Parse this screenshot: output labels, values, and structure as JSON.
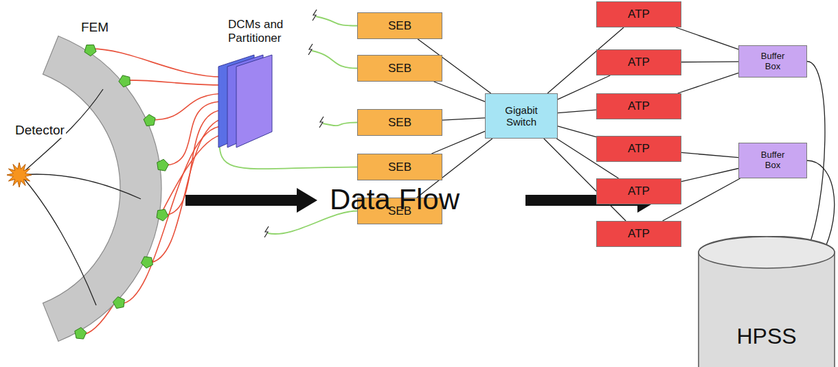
{
  "diagram": {
    "nodes": [
      {
        "text": [
          "DCMs and Partitioner"
        ]
      },
      {
        "text": [
          "SEB"
        ]
      },
      {
        "text": [
          "SEB"
        ]
      },
      {
        "text": [
          "SEB"
        ]
      },
      {
        "text": [
          "SEB"
        ]
      },
      {
        "text": [
          "SEB"
        ]
      },
      {
        "text": [
          "Gigabit Switch"
        ]
      },
      {
        "text": [
          "ATP"
        ]
      },
      {
        "text": [
          "ATP"
        ]
      },
      {
        "text": [
          "ATP"
        ]
      },
      {
        "text": [
          "ATP"
        ]
      },
      {
        "text": [
          "ATP"
        ]
      },
      {
        "text": [
          "ATP"
        ]
      },
      {
        "text": [
          "Buffer Box"
        ]
      },
      {
        "text": [
          "Buffer Box"
        ]
      },
      {
        "text": [
          "HPSS"
        ]
      }
    ],
    "edges": [
      {
        "from": 0,
        "to": 4,
        "arrow": "none"
      },
      {
        "from": 1,
        "to": 6,
        "arrow": "none"
      },
      {
        "from": 2,
        "to": 6,
        "arrow": "none"
      },
      {
        "from": 3,
        "to": 6,
        "arrow": "none"
      },
      {
        "from": 4,
        "to": 6,
        "arrow": "none"
      },
      {
        "from": 5,
        "to": 6,
        "arrow": "none"
      },
      {
        "from": 6,
        "to": 7,
        "arrow": "none"
      },
      {
        "from": 6,
        "to": 8,
        "arrow": "none"
      },
      {
        "from": 6,
        "to": 9,
        "arrow": "none"
      },
      {
        "from": 6,
        "to": 10,
        "arrow": "none"
      },
      {
        "from": 6,
        "to": 11,
        "arrow": "none"
      },
      {
        "from": 6,
        "to": 12,
        "arrow": "none"
      },
      {
        "from": 7,
        "to": 13,
        "arrow": "none"
      },
      {
        "from": 8,
        "to": 13,
        "arrow": "none"
      },
      {
        "from": 9,
        "to": 13,
        "arrow": "none"
      },
      {
        "from": 10,
        "to": 14,
        "arrow": "none"
      },
      {
        "from": 11,
        "to": 14,
        "arrow": "none"
      },
      {
        "from": 12,
        "to": 14,
        "arrow": "none"
      },
      {
        "from": 13,
        "to": 15,
        "arrow": "none"
      },
      {
        "from": 14,
        "to": 15,
        "arrow": "none"
      }
    ],
    "labels": [
      "FEM",
      "Detector",
      "Data Flow"
    ]
  }
}
